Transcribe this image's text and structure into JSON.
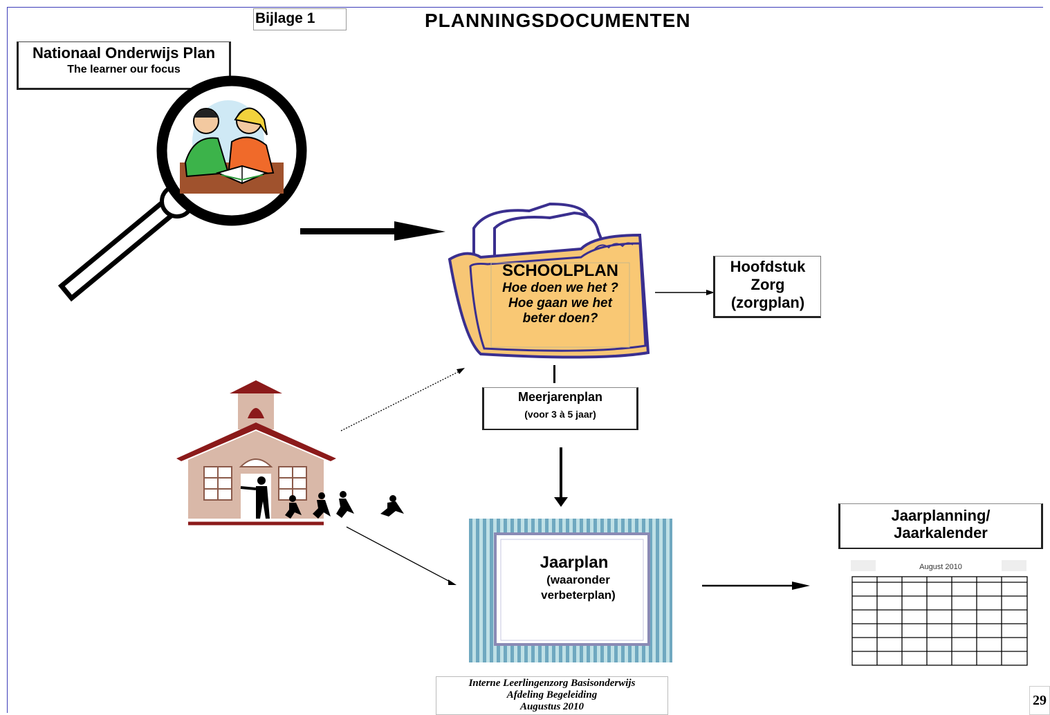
{
  "header": {
    "appendix_label": "Bijlage 1",
    "title": "PLANNINGSDOCUMENTEN"
  },
  "nationaal_plan": {
    "title": "Nationaal Onderwijs Plan",
    "subtitle": "The learner our focus"
  },
  "schoolplan": {
    "title": "SCHOOLPLAN",
    "line1": "Hoe doen we het ?",
    "line2": "Hoe gaan we het",
    "line3": "beter doen?"
  },
  "hoofdstuk": {
    "line1": "Hoofdstuk",
    "line2": "Zorg",
    "line3": "(zorgplan)"
  },
  "meerjarenplan": {
    "title": "Meerjarenplan",
    "subtitle": "(voor 3 à 5 jaar)"
  },
  "jaarplan": {
    "title": "Jaarplan",
    "line1": "(waaronder",
    "line2": "verbeterplan)"
  },
  "jaarplanning": {
    "line1": "Jaarplanning/",
    "line2": "Jaarkalender"
  },
  "calendar": {
    "month_label": "August 2010"
  },
  "footer": {
    "line1": "Interne Leerlingenzorg Basisonderwijs",
    "line2": "Afdeling Begeleiding",
    "line3": "Augustus 2010"
  },
  "page_number": "29",
  "colors": {
    "frame": "#3b3bb8",
    "folder_fill": "#f7c675",
    "folder_outline": "#3a2f8f",
    "school_wall": "#d9b8a8",
    "school_roof": "#8b1a1a",
    "jaarplan_stripe": "#8fc3cf"
  }
}
